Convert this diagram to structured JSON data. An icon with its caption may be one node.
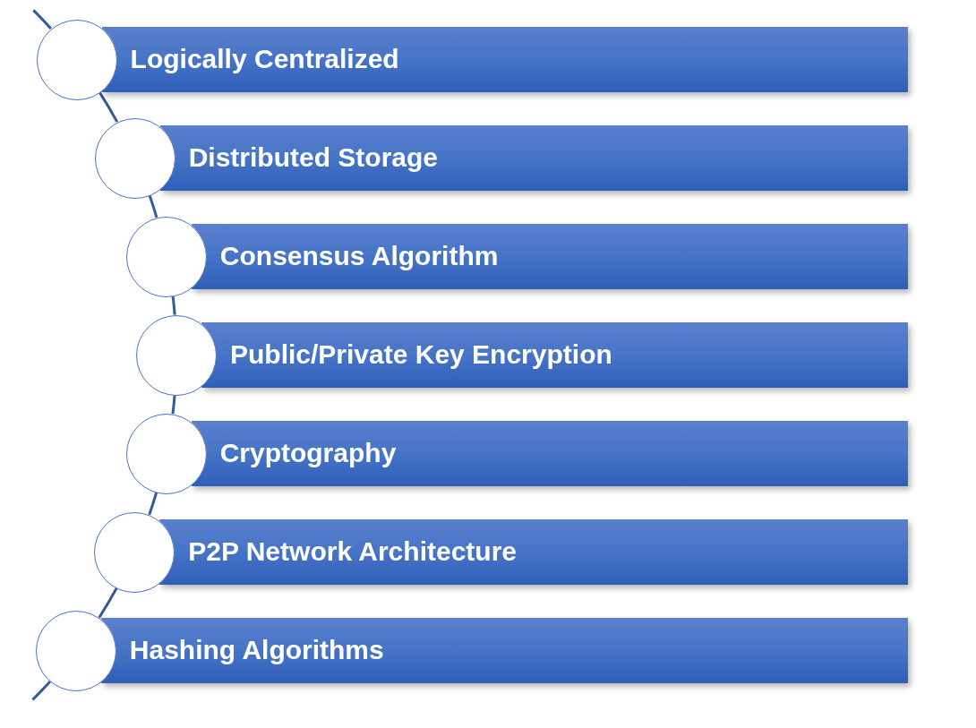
{
  "diagram": {
    "nodes": [
      {
        "text": [],
        "shape": "circle"
      },
      {
        "text": [
          "Logically Centralized"
        ]
      },
      {
        "text": [],
        "shape": "circle"
      },
      {
        "text": [
          "Distributed Storage"
        ]
      },
      {
        "text": [],
        "shape": "circle"
      },
      {
        "text": [
          "Consensus Algorithm"
        ]
      },
      {
        "text": [],
        "shape": "circle"
      },
      {
        "text": [
          "Public/Private Key Encryption"
        ]
      },
      {
        "text": [],
        "shape": "circle"
      },
      {
        "text": [
          "Cryptography"
        ]
      },
      {
        "text": [],
        "shape": "circle"
      },
      {
        "text": [
          "P2P Network Architecture"
        ]
      },
      {
        "text": [],
        "shape": "circle"
      },
      {
        "text": [
          "Hashing Algorithms"
        ]
      }
    ],
    "edges": [
      {
        "from": null,
        "to": 0,
        "arrow": "none"
      },
      {
        "from": 0,
        "to": 2,
        "arrow": "none"
      },
      {
        "from": 2,
        "to": 4,
        "arrow": "none"
      },
      {
        "from": 4,
        "to": 6,
        "arrow": "none"
      },
      {
        "from": 6,
        "to": 8,
        "arrow": "none"
      },
      {
        "from": 8,
        "to": 10,
        "arrow": "none"
      },
      {
        "from": 10,
        "to": 12,
        "arrow": "none"
      },
      {
        "from": 12,
        "to": null,
        "arrow": "none"
      }
    ]
  }
}
